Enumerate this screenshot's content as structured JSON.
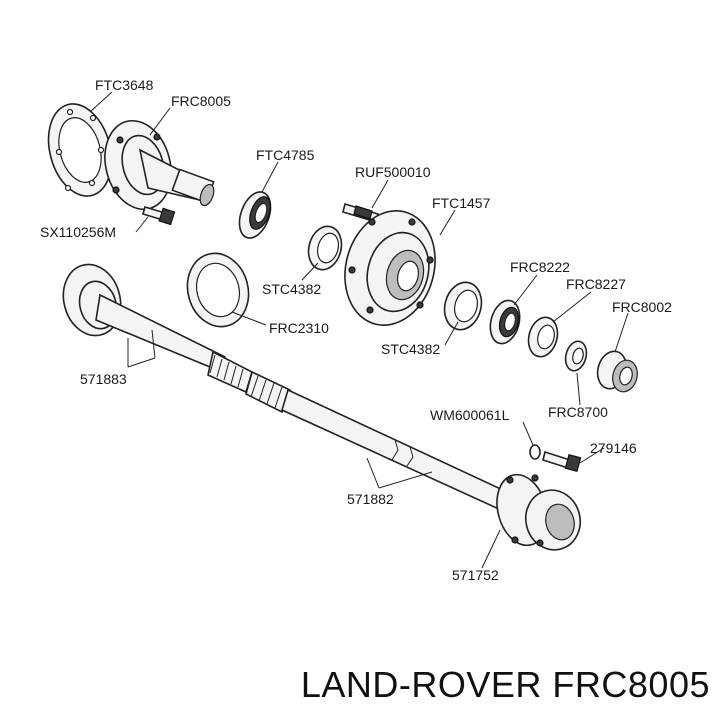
{
  "labels": {
    "ftc3648": "FTC3648",
    "frc8005_top": "FRC8005",
    "ftc4785": "FTC4785",
    "ruf500010": "RUF500010",
    "ftc1457": "FTC1457",
    "sx110256m": "SX110256M",
    "stc4382_a": "STC4382",
    "frc2310": "FRC2310",
    "stc4382_b": "STC4382",
    "frc8222": "FRC8222",
    "frc8227": "FRC8227",
    "frc8002": "FRC8002",
    "frc8700": "FRC8700",
    "p571883": "571883",
    "wm600061l": "WM600061L",
    "p279146": "279146",
    "p571882": "571882",
    "p571752": "571752"
  },
  "title": "LAND-ROVER FRC8005"
}
